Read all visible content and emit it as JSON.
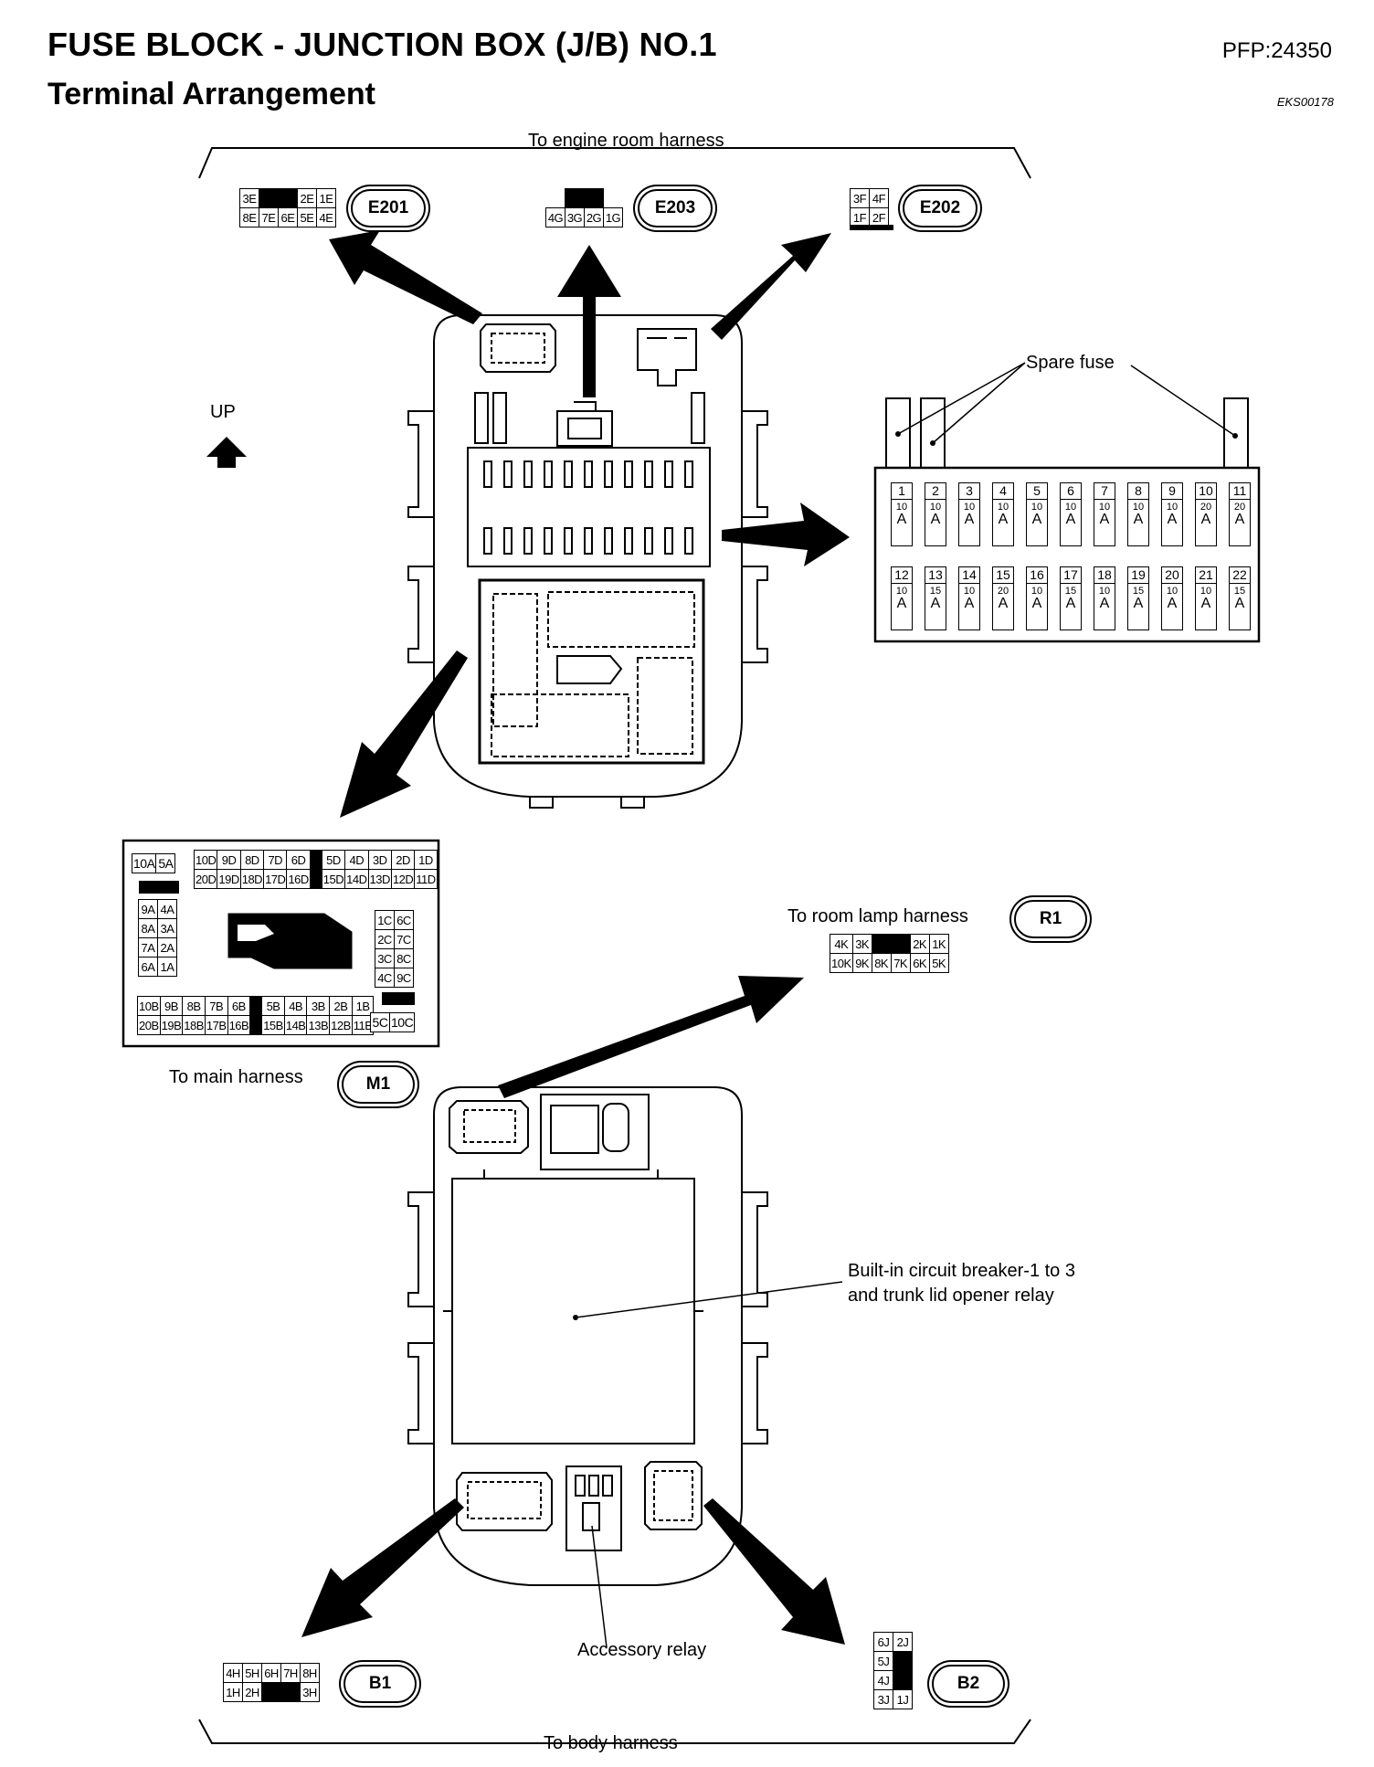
{
  "header": {
    "title": "FUSE BLOCK - JUNCTION BOX (J/B) NO.1",
    "subtitle": "Terminal Arrangement",
    "part_code": "PFP:24350",
    "doc_code": "EKS00178"
  },
  "labels": {
    "engine_room": "To engine room harness",
    "up": "UP",
    "spare_fuse": "Spare fuse",
    "room_lamp": "To room lamp harness",
    "main": "To main harness",
    "breaker_line1": "Built-in circuit breaker-1 to 3",
    "breaker_line2": "and trunk lid opener relay",
    "accessory_relay": "Accessory relay",
    "body": "To body harness"
  },
  "connectors": {
    "e201": {
      "id": "E201",
      "row1": [
        "3E",
        "",
        "2E",
        "1E"
      ],
      "row2": [
        "8E",
        "7E",
        "6E",
        "5E",
        "4E"
      ]
    },
    "e203": {
      "id": "E203",
      "row1": [
        "",
        ""
      ],
      "row2": [
        "4G",
        "3G",
        "2G",
        "1G"
      ]
    },
    "e202": {
      "id": "E202",
      "row1": [
        "3F",
        "4F"
      ],
      "row2": [
        "1F",
        "2F"
      ]
    },
    "r1": {
      "id": "R1",
      "row1": [
        "4K",
        "3K",
        "",
        "2K",
        "1K"
      ],
      "row2": [
        "10K",
        "9K",
        "8K",
        "7K",
        "6K",
        "5K"
      ]
    },
    "m1": {
      "id": "M1",
      "top_left": [
        "10A",
        "5A"
      ],
      "top_row1": [
        "10D",
        "9D",
        "8D",
        "7D",
        "6D",
        "",
        "5D",
        "4D",
        "3D",
        "2D",
        "1D"
      ],
      "top_row2": [
        "20D",
        "19D",
        "18D",
        "17D",
        "16D",
        "",
        "15D",
        "14D",
        "13D",
        "12D",
        "11D"
      ],
      "left_col": [
        [
          "9A",
          "4A"
        ],
        [
          "8A",
          "3A"
        ],
        [
          "7A",
          "2A"
        ],
        [
          "6A",
          "1A"
        ]
      ],
      "right_col": [
        [
          "1C",
          "6C"
        ],
        [
          "2C",
          "7C"
        ],
        [
          "3C",
          "8C"
        ],
        [
          "4C",
          "9C"
        ]
      ],
      "bottom_row1": [
        "10B",
        "9B",
        "8B",
        "7B",
        "6B",
        "",
        "5B",
        "4B",
        "3B",
        "2B",
        "1B"
      ],
      "bottom_row2": [
        "20B",
        "19B",
        "18B",
        "17B",
        "16B",
        "",
        "15B",
        "14B",
        "13B",
        "12B",
        "11B"
      ],
      "bottom_right": [
        "5C",
        "10C"
      ]
    },
    "b1": {
      "id": "B1",
      "row1": [
        "4H",
        "5H",
        "6H",
        "7H",
        "8H"
      ],
      "row2": [
        "1H",
        "2H",
        "",
        "3H"
      ]
    },
    "b2": {
      "id": "B2",
      "rows": [
        [
          "6J",
          "2J"
        ],
        [
          "5J",
          ""
        ],
        [
          "4J",
          ""
        ],
        [
          "3J",
          "1J"
        ]
      ]
    }
  },
  "fuses": [
    {
      "num": "1",
      "amp": "10",
      "unit": "A"
    },
    {
      "num": "2",
      "amp": "10",
      "unit": "A"
    },
    {
      "num": "3",
      "amp": "10",
      "unit": "A"
    },
    {
      "num": "4",
      "amp": "10",
      "unit": "A"
    },
    {
      "num": "5",
      "amp": "10",
      "unit": "A"
    },
    {
      "num": "6",
      "amp": "10",
      "unit": "A"
    },
    {
      "num": "7",
      "amp": "10",
      "unit": "A"
    },
    {
      "num": "8",
      "amp": "10",
      "unit": "A"
    },
    {
      "num": "9",
      "amp": "10",
      "unit": "A"
    },
    {
      "num": "10",
      "amp": "20",
      "unit": "A"
    },
    {
      "num": "11",
      "amp": "20",
      "unit": "A"
    },
    {
      "num": "12",
      "amp": "10",
      "unit": "A"
    },
    {
      "num": "13",
      "amp": "15",
      "unit": "A"
    },
    {
      "num": "14",
      "amp": "10",
      "unit": "A"
    },
    {
      "num": "15",
      "amp": "20",
      "unit": "A"
    },
    {
      "num": "16",
      "amp": "10",
      "unit": "A"
    },
    {
      "num": "17",
      "amp": "15",
      "unit": "A"
    },
    {
      "num": "18",
      "amp": "10",
      "unit": "A"
    },
    {
      "num": "19",
      "amp": "15",
      "unit": "A"
    },
    {
      "num": "20",
      "amp": "10",
      "unit": "A"
    },
    {
      "num": "21",
      "amp": "10",
      "unit": "A"
    },
    {
      "num": "22",
      "amp": "15",
      "unit": "A"
    }
  ]
}
